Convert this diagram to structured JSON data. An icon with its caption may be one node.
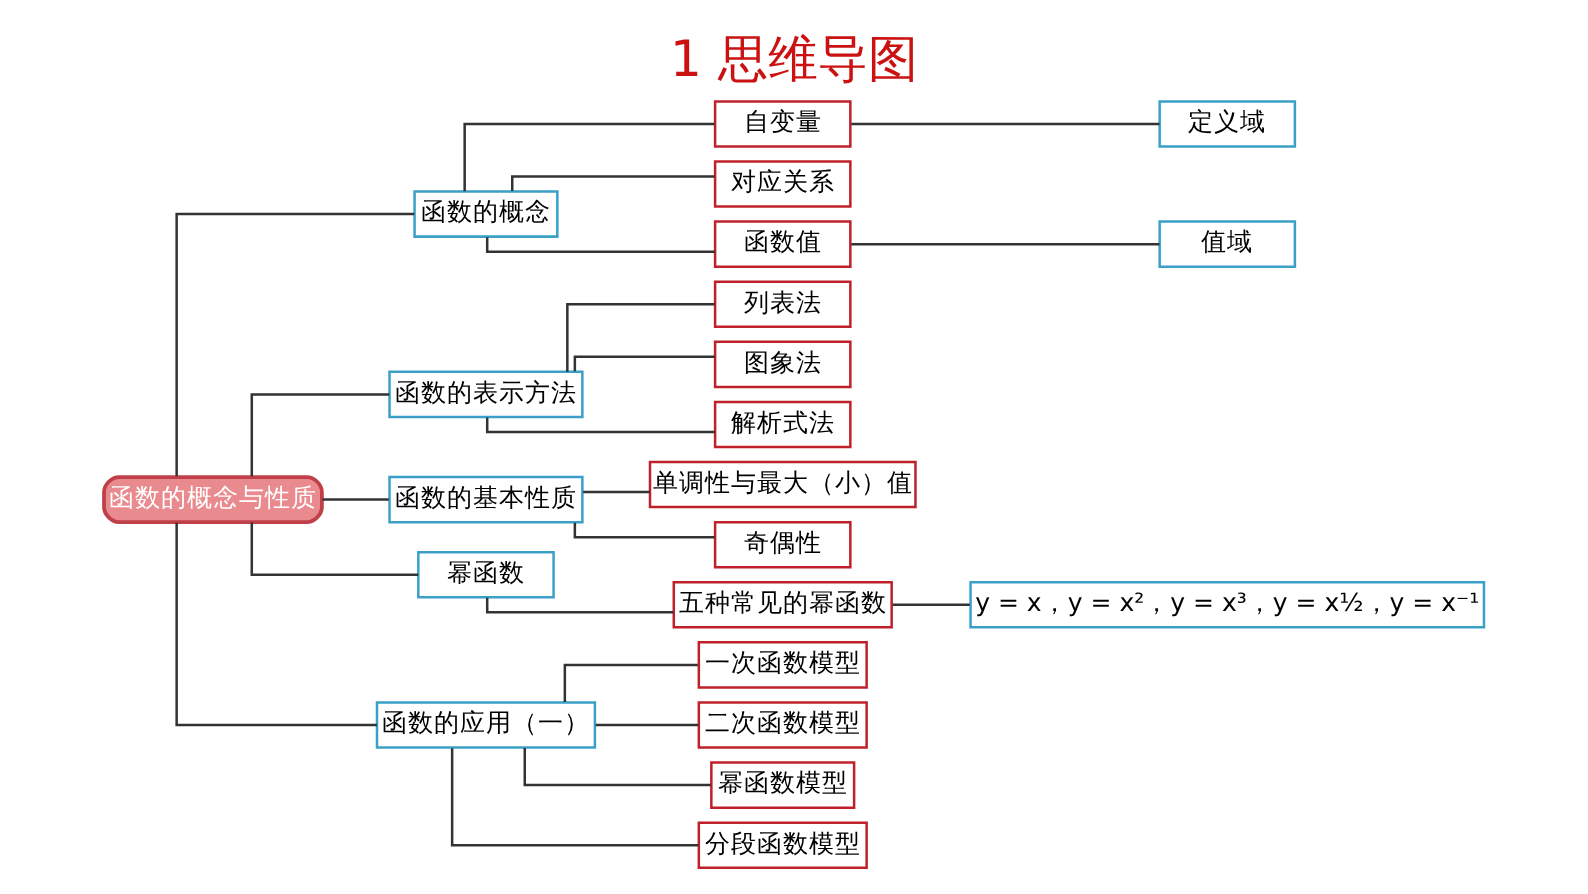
{
  "diagram": {
    "title": "1 思维导图",
    "nodes": [
      {
        "text": [
          "函数的概念与性质"
        ]
      },
      {
        "text": [
          "函数的概念"
        ]
      },
      {
        "text": [
          "自变量"
        ]
      },
      {
        "text": [
          "定义域"
        ]
      },
      {
        "text": [
          "对应关系"
        ]
      },
      {
        "text": [
          "函数值"
        ]
      },
      {
        "text": [
          "值域"
        ]
      },
      {
        "text": [
          "函数的表示方法"
        ]
      },
      {
        "text": [
          "列表法"
        ]
      },
      {
        "text": [
          "图象法"
        ]
      },
      {
        "text": [
          "解析式法"
        ]
      },
      {
        "text": [
          "函数的基本性质"
        ]
      },
      {
        "text": [
          "单调性与最大（小）值"
        ]
      },
      {
        "text": [
          "奇偶性"
        ]
      },
      {
        "text": [
          "幂函数"
        ]
      },
      {
        "text": [
          "五种常见的幂函数"
        ]
      },
      {
        "text": [
          "y = x，y = x²，y = x³，y = x½，y = x⁻¹"
        ]
      },
      {
        "text": [
          "函数的应用（一）"
        ]
      },
      {
        "text": [
          "一次函数模型"
        ]
      },
      {
        "text": [
          "二次函数模型"
        ]
      },
      {
        "text": [
          "幂函数模型"
        ]
      },
      {
        "text": [
          "分段函数模型"
        ]
      }
    ],
    "edges": [
      {
        "from": 0,
        "to": 1,
        "arrow": "none"
      },
      {
        "from": 1,
        "to": 2,
        "arrow": "none"
      },
      {
        "from": 2,
        "to": 3,
        "arrow": "none"
      },
      {
        "from": 1,
        "to": 4,
        "arrow": "none"
      },
      {
        "from": 1,
        "to": 5,
        "arrow": "none"
      },
      {
        "from": 5,
        "to": 6,
        "arrow": "none"
      },
      {
        "from": 0,
        "to": 7,
        "arrow": "none"
      },
      {
        "from": 7,
        "to": 8,
        "arrow": "none"
      },
      {
        "from": 7,
        "to": 9,
        "arrow": "none"
      },
      {
        "from": 7,
        "to": 10,
        "arrow": "none"
      },
      {
        "from": 0,
        "to": 11,
        "arrow": "none"
      },
      {
        "from": 11,
        "to": 12,
        "arrow": "none"
      },
      {
        "from": 11,
        "to": 13,
        "arrow": "none"
      },
      {
        "from": 0,
        "to": 14,
        "arrow": "none"
      },
      {
        "from": 14,
        "to": 15,
        "arrow": "none"
      },
      {
        "from": 15,
        "to": 16,
        "arrow": "none"
      },
      {
        "from": 0,
        "to": 17,
        "arrow": "none"
      },
      {
        "from": 17,
        "to": 18,
        "arrow": "none"
      },
      {
        "from": 17,
        "to": 19,
        "arrow": "none"
      },
      {
        "from": 17,
        "to": 20,
        "arrow": "none"
      },
      {
        "from": 17,
        "to": 21,
        "arrow": "none"
      }
    ]
  }
}
